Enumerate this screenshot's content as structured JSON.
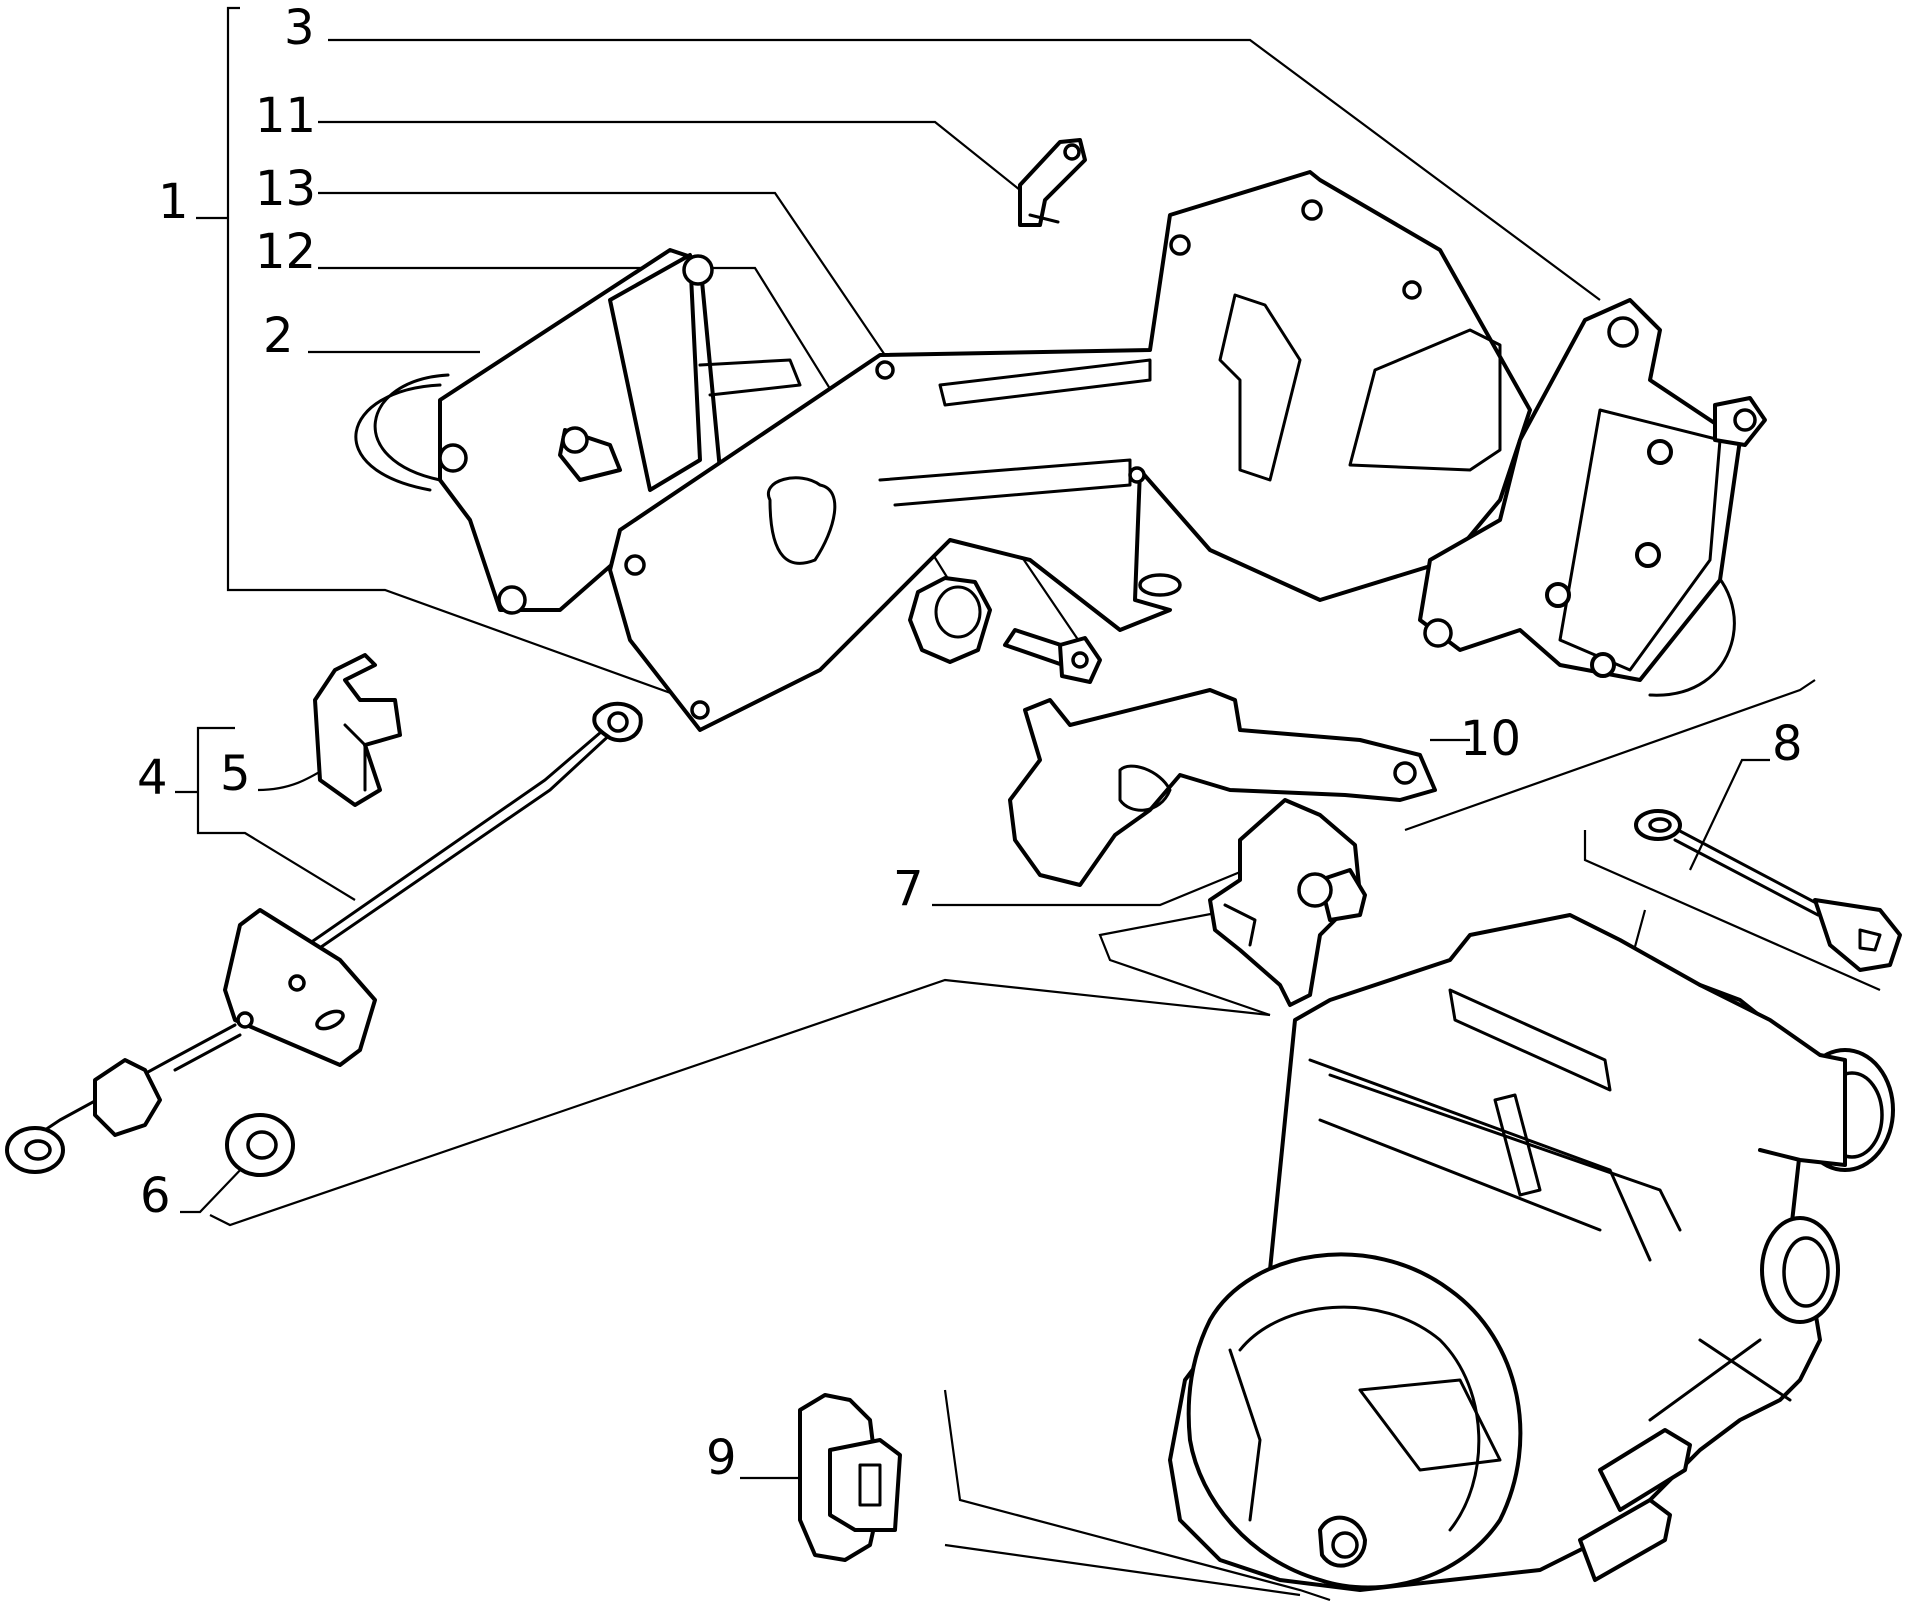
{
  "diagram": {
    "callouts": {
      "c1": "1",
      "c2": "2",
      "c3": "3",
      "c4": "4",
      "c5": "5",
      "c6": "6",
      "c7": "7",
      "c8": "8",
      "c9": "9",
      "c10": "10",
      "c11": "11",
      "c12": "12",
      "c13": "13"
    },
    "colors": {
      "ink": "#000000",
      "paper": "#ffffff"
    }
  }
}
